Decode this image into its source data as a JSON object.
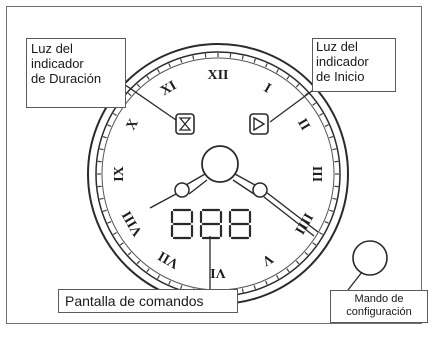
{
  "callouts": {
    "duration_indicator": [
      "Luz del",
      "indicador",
      "de Duración"
    ],
    "start_indicator": [
      "Luz del",
      "indicador",
      "de Inicio"
    ],
    "command_display": "Pantalla de comandos",
    "setting_knob": [
      "Mando de",
      "configuración"
    ]
  },
  "dial": {
    "numerals": [
      "XII",
      "I",
      "II",
      "III",
      "IIII",
      "V",
      "VI",
      "VII",
      "VIII",
      "IX",
      "X",
      "XI"
    ],
    "display_digits": [
      "8",
      "8",
      "8"
    ]
  },
  "colors": {
    "line": "#2a2a2a",
    "frame": "#6f6f6f",
    "background": "#ffffff"
  },
  "icons": [
    "hourglass-icon",
    "play-icon",
    "knob-icon"
  ]
}
